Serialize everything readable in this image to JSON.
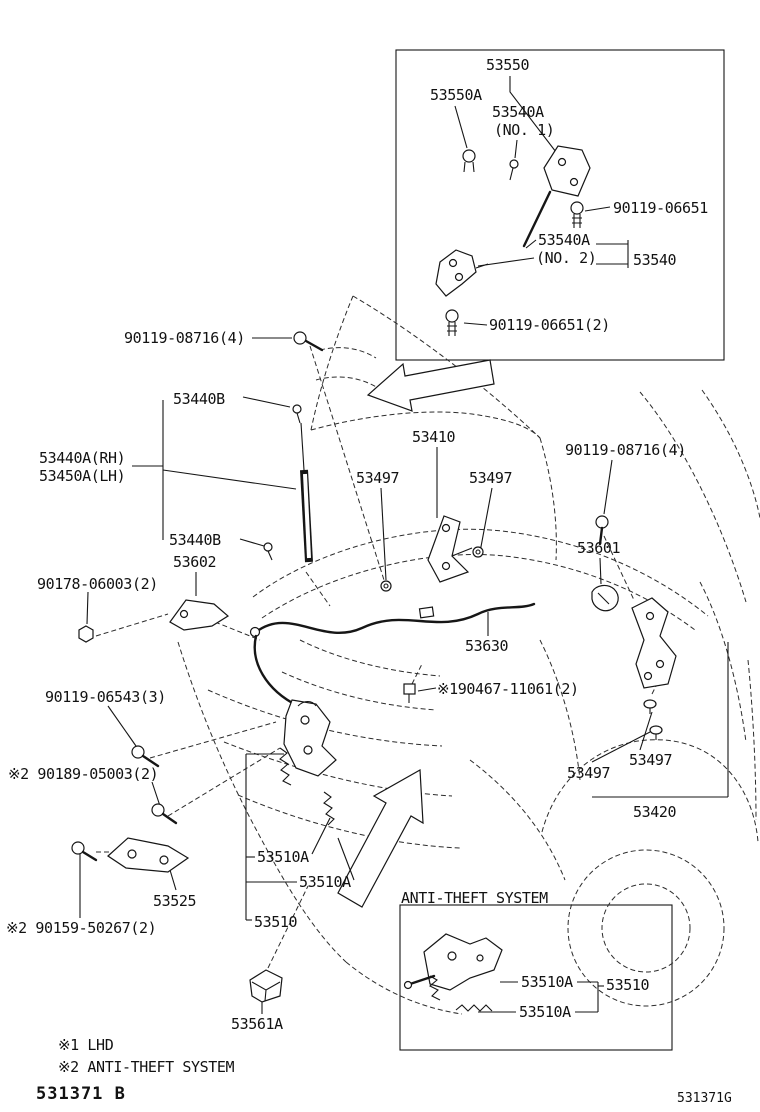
{
  "inset_top": {
    "p53550": "53550",
    "p53550a": "53550A",
    "p53540a_no1": "53540A",
    "no1": "(NO. 1)",
    "p90119_06651": "90119-06651",
    "p53540a_no2": "53540A",
    "no2": "(NO. 2)",
    "p53540": "53540",
    "p90119_06651_2": "90119-06651(2)"
  },
  "left": {
    "p90119_08716": "90119-08716(4)",
    "p53440b_top": "53440B",
    "p53440a_rh": "53440A(RH)",
    "p53450a_lh": "53450A(LH)",
    "p53440b_bottom": "53440B",
    "p53602": "53602",
    "p90178_06003": "90178-06003(2)",
    "p90119_06543": "90119-06543(3)",
    "p90189_05003": "※2 90189-05003(2)",
    "p53525": "53525",
    "p90159_50267": "※2 90159-50267(2)",
    "p53561a": "53561A"
  },
  "center": {
    "p53410": "53410",
    "p53497_left": "53497",
    "p53497_right": "53497",
    "p53630": "53630",
    "p90467_11061": "※190467-11061(2)",
    "p53510a_1": "53510A",
    "p53510a_2": "53510A",
    "p53510": "53510"
  },
  "right": {
    "p90119_08716": "90119-08716(4)",
    "p53601": "53601",
    "p53497_upper": "53497",
    "p53497_lower": "53497",
    "p53420": "53420"
  },
  "inset_bottom": {
    "header": "ANTI-THEFT SYSTEM",
    "p53510a_1": "53510A",
    "p53510": "53510",
    "p53510a_2": "53510A"
  },
  "footnotes": {
    "fn1": "※1 LHD",
    "fn2": "※2 ANTI-THEFT SYSTEM"
  },
  "footer": {
    "doc_left": "531371 B",
    "doc_right": "531371G"
  }
}
